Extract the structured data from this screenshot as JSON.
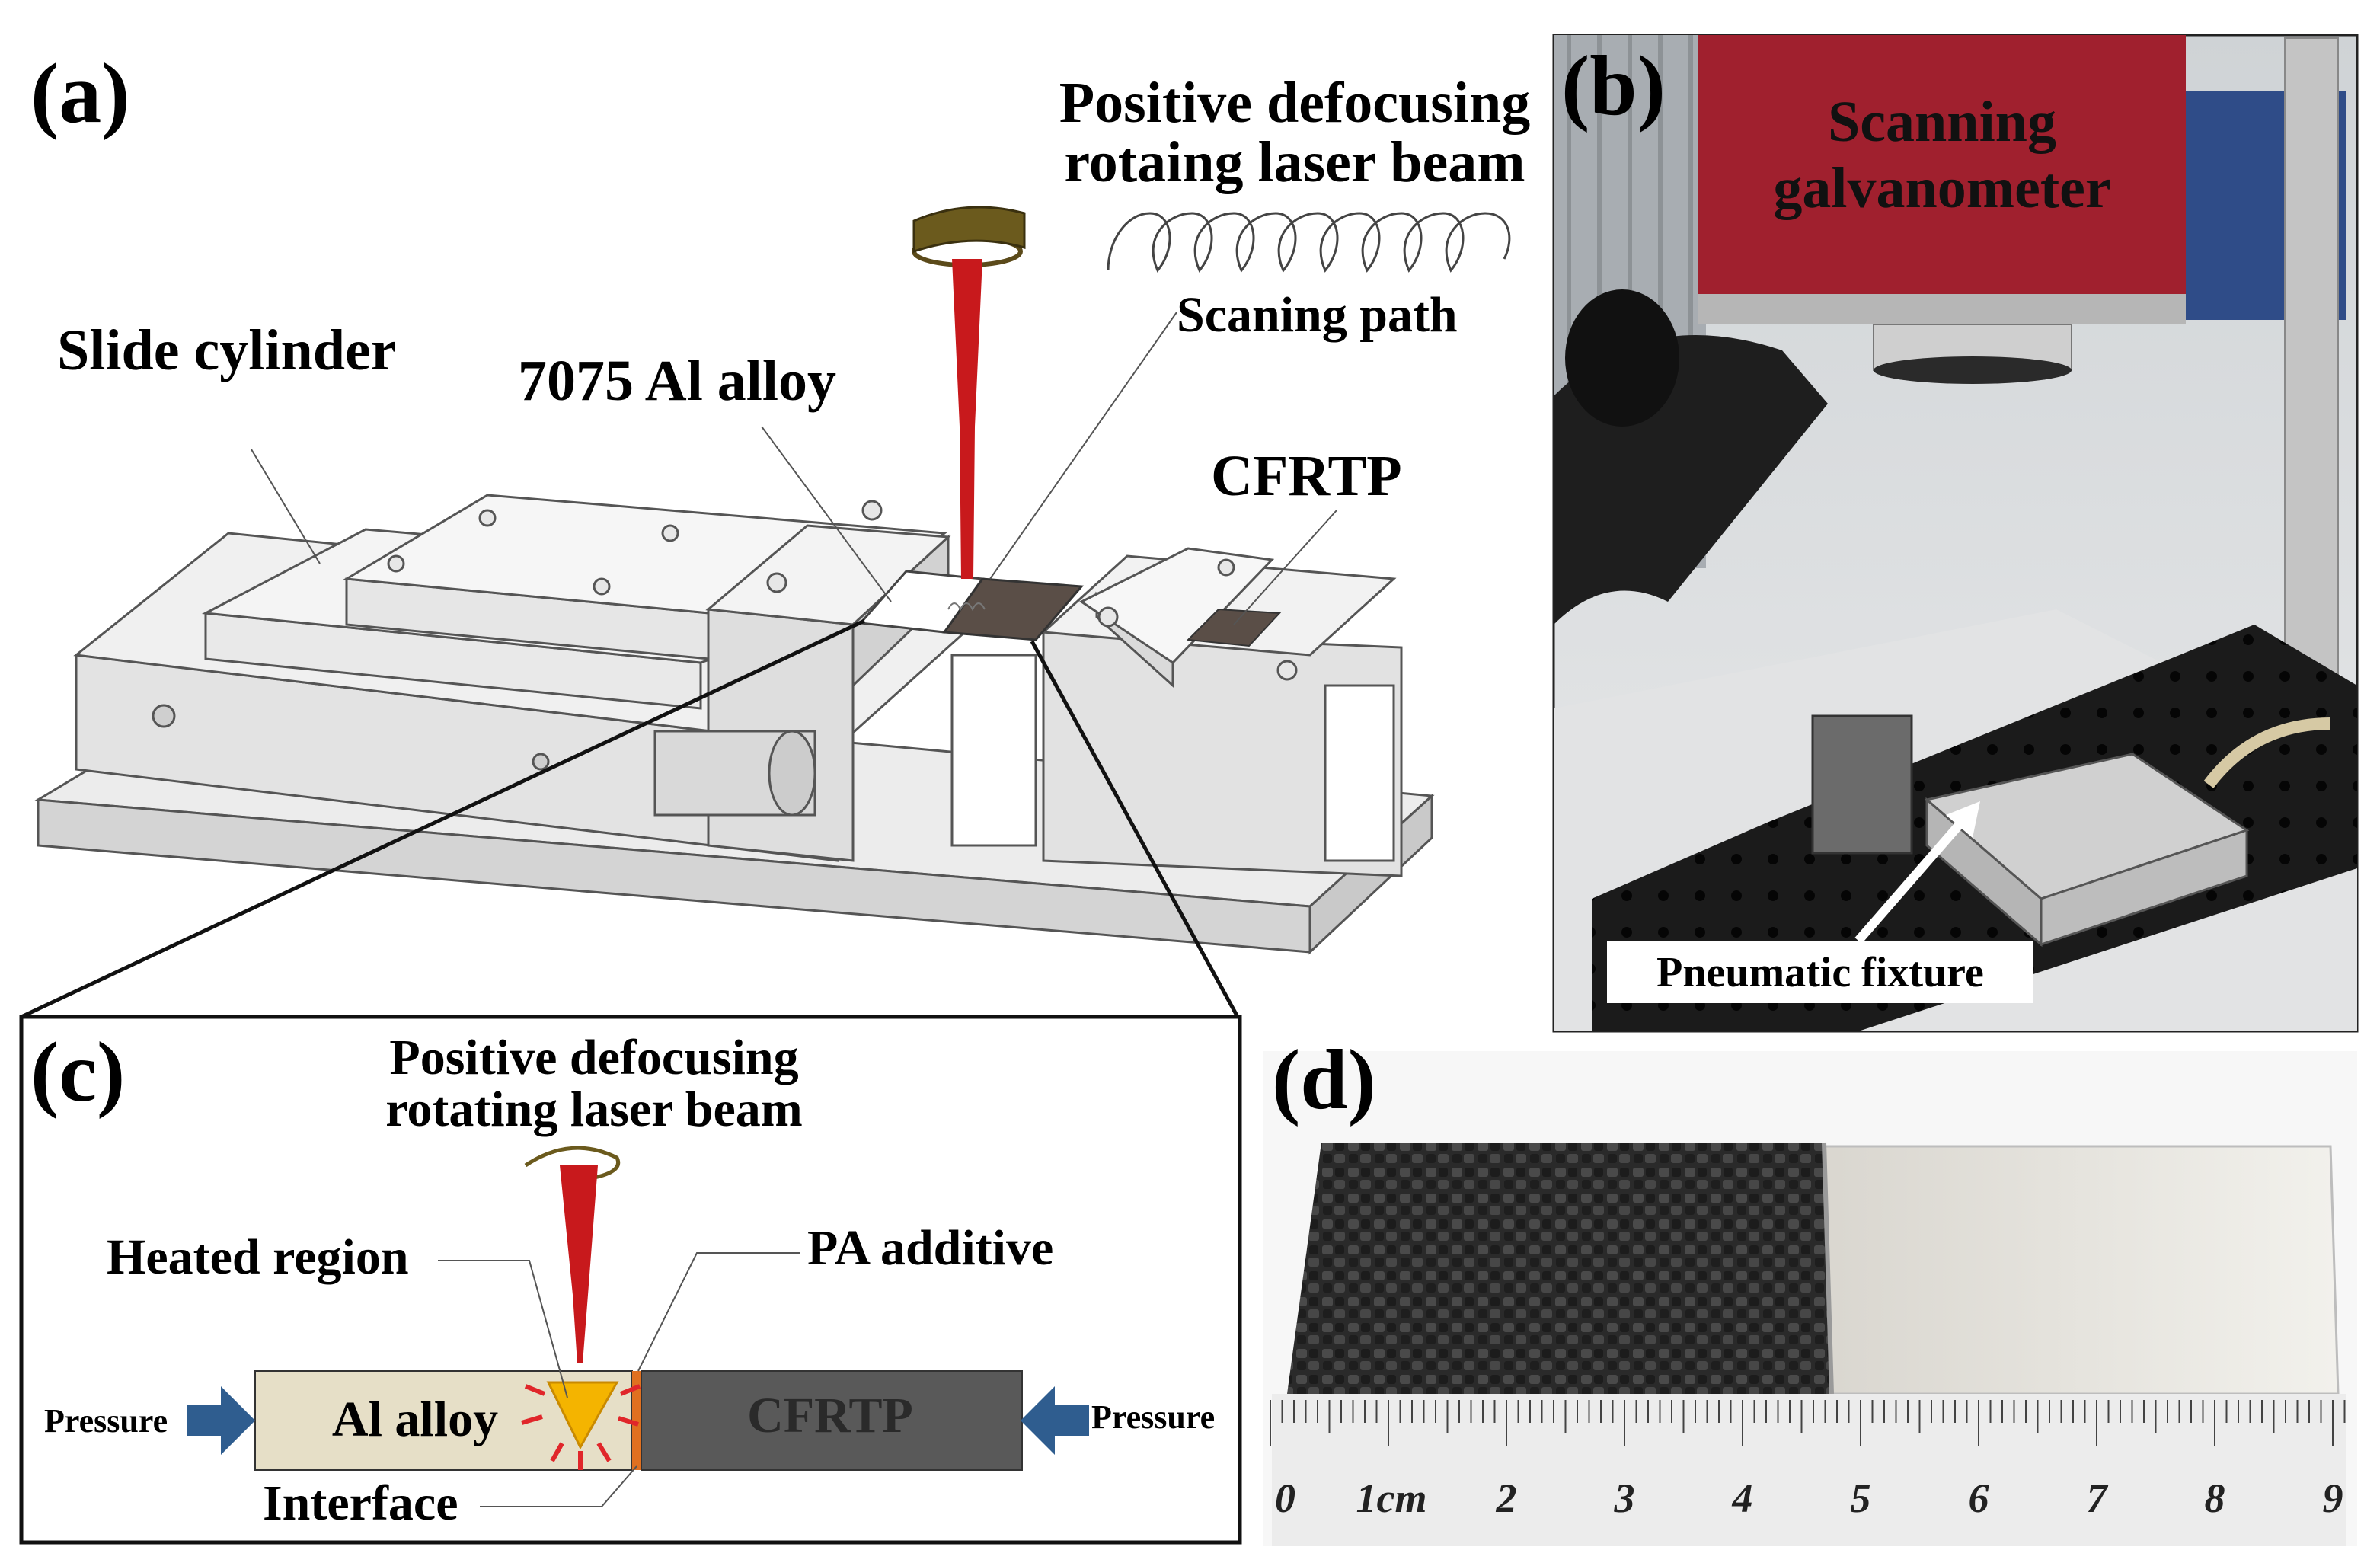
{
  "panels": {
    "a": {
      "letter": "(a)",
      "laser_label_line1": "Positive defocusing",
      "laser_label_line2": "rotaing laser beam",
      "scan_path_label": "Scaning path",
      "slide_cylinder_label": "Slide cylinder",
      "al_alloy_label": "7075 Al alloy",
      "cfrtp_label": "CFRTP"
    },
    "b": {
      "letter": "(b)",
      "galvo_label_line1": "Scanning",
      "galvo_label_line2": "galvanometer",
      "fixture_label": "Pneumatic fixture"
    },
    "c": {
      "letter": "(c)",
      "laser_label_line1": "Positive defocusing",
      "laser_label_line2": "rotating laser beam",
      "heated_region_label": "Heated region",
      "pa_additive_label": "PA additive",
      "al_alloy_label": "Al alloy",
      "cfrtp_label": "CFRTP",
      "pressure_left": "Pressure",
      "pressure_right": "Pressure",
      "interface_label": "Interface"
    },
    "d": {
      "letter": "(d)",
      "ruler_labels": [
        "0",
        "1cm",
        "2",
        "3",
        "4",
        "5",
        "6",
        "7",
        "8",
        "9"
      ]
    }
  },
  "colors": {
    "laser_red": "#c8191c",
    "al_alloy_fill": "#e6dfc7",
    "cfrtp_fill": "#595959",
    "pressure_arrow": "#2f5d8f",
    "pa_additive": "#e07020",
    "heated_region": "#f4b400",
    "galvanometer_red": "#a0202e"
  }
}
